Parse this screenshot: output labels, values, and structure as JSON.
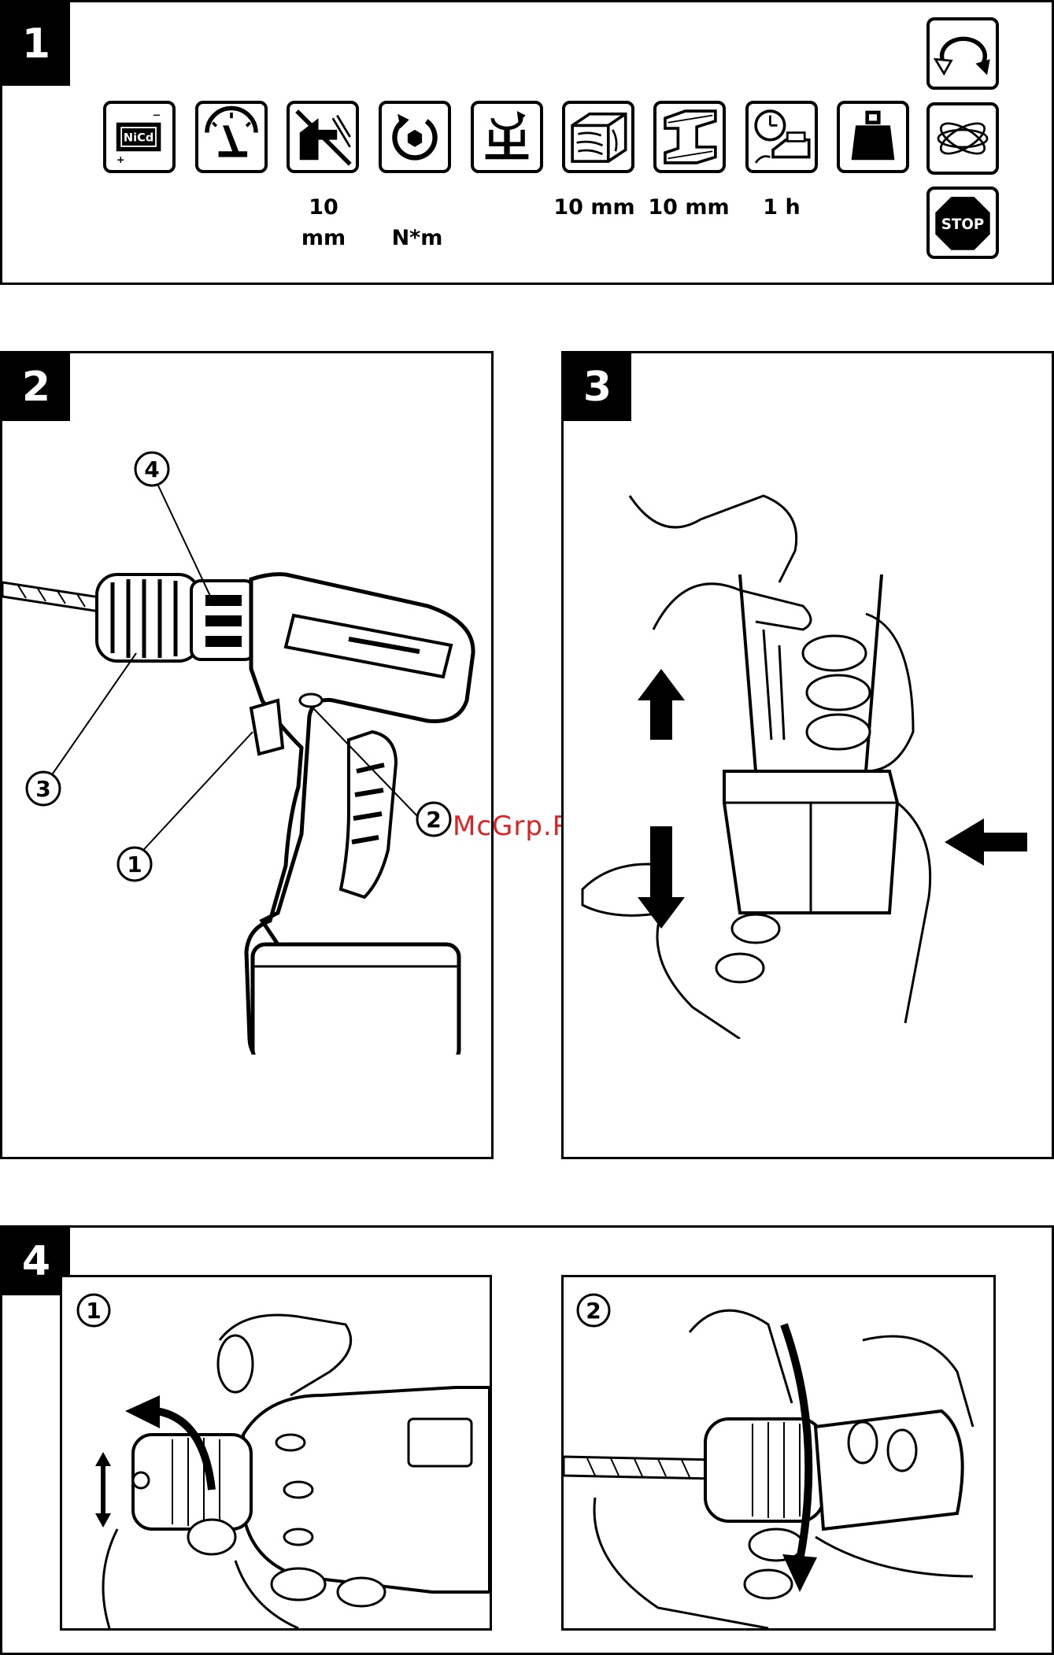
{
  "panels": {
    "p1": {
      "number": "1"
    },
    "p2": {
      "number": "2"
    },
    "p3": {
      "number": "3"
    },
    "p4": {
      "number": "4"
    }
  },
  "icons": [
    {
      "name": "nicd-battery-icon",
      "label": "NiCd",
      "plus": "+",
      "minus": "−"
    },
    {
      "name": "speed-gauge-icon"
    },
    {
      "name": "drilling-capacity-icon"
    },
    {
      "name": "torque-icon"
    },
    {
      "name": "chuck-icon"
    },
    {
      "name": "wood-icon"
    },
    {
      "name": "steel-icon"
    },
    {
      "name": "charging-time-icon"
    },
    {
      "name": "weight-icon"
    },
    {
      "name": "rotation-direction-icon"
    },
    {
      "name": "no-disposal-icon"
    },
    {
      "name": "stop-icon",
      "label": "STOP"
    }
  ],
  "specs": {
    "drill_capacity_value": "10",
    "drill_capacity_unit": "mm",
    "torque_unit": "N*m",
    "wood": "10 mm",
    "steel": "10 mm",
    "charge_time": "1 h"
  },
  "callouts": {
    "c1": "1",
    "c2": "2",
    "c3": "3",
    "c4": "4"
  },
  "sub_steps": {
    "s1": "1",
    "s2": "2"
  },
  "watermark": "McGrp.Ru"
}
